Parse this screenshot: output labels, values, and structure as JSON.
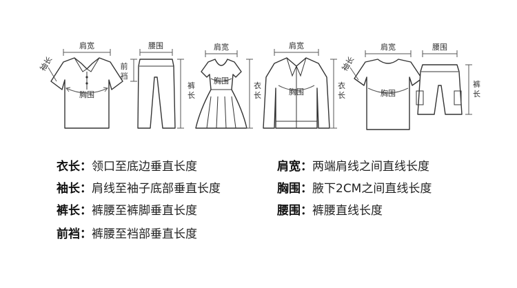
{
  "figure": {
    "polo": {
      "top": "肩宽",
      "sleeve": "袖长",
      "chest": "胸围"
    },
    "pants": {
      "top": "腰围",
      "left": "前裆",
      "right": "裤长"
    },
    "dress": {
      "top": "肩宽",
      "chest": "胸围",
      "right": "衣长"
    },
    "jacket": {
      "top": "肩宽",
      "chest": "胸围",
      "right": "衣长"
    },
    "tee": {
      "top": "肩宽",
      "sleeve": "袖长",
      "chest": "胸围"
    },
    "shorts": {
      "top": "腰围",
      "right": "裤长"
    }
  },
  "legend": [
    {
      "term": "衣长",
      "sep": "：",
      "desc": "领口至底边垂直长度"
    },
    {
      "term": "袖长",
      "sep": "：",
      "desc": "肩线至袖子底部垂直长度"
    },
    {
      "term": "裤长",
      "sep": "：",
      "desc": "裤腰至裤脚垂直长度"
    },
    {
      "term": "前裆",
      "sep": "：",
      "desc": "裤腰至裆部垂直长度"
    },
    {
      "term": "肩宽",
      "sep": "：",
      "desc": "两端肩线之间直线长度"
    },
    {
      "term": "胸围",
      "sep": "：",
      "desc": "腋下2CM之间直线长度"
    },
    {
      "term": "腰围",
      "sep": "：",
      "desc": "裤腰直线长度"
    }
  ]
}
